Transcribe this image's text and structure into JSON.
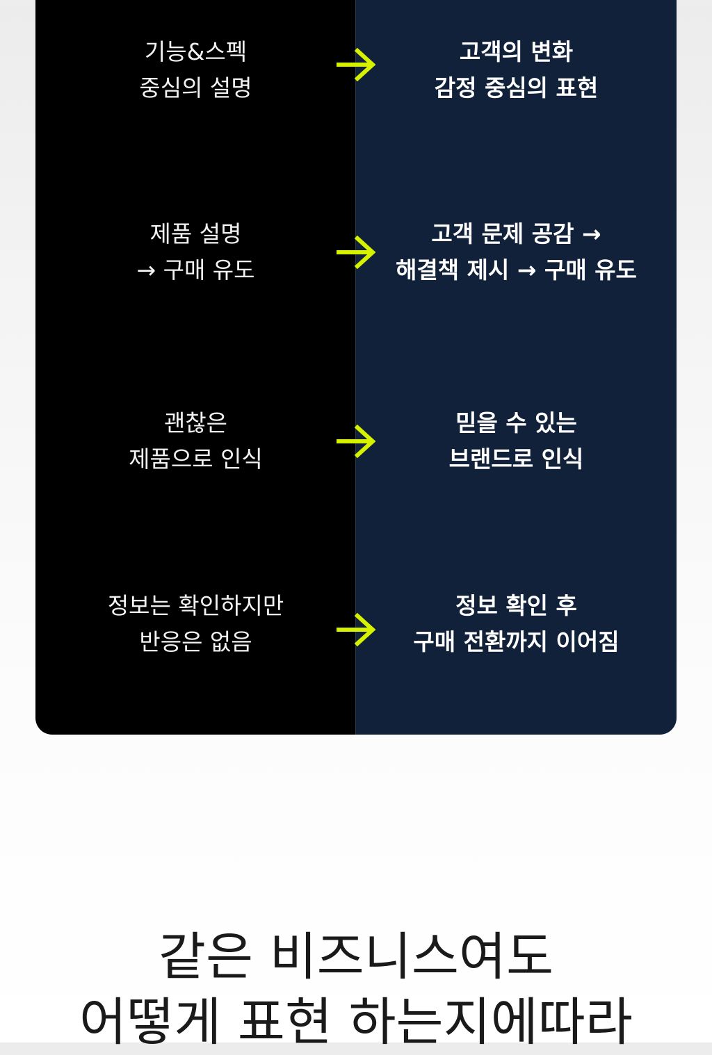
{
  "comparison": {
    "rows": [
      {
        "before": [
          "기능&스펙",
          "중심의 설명"
        ],
        "after": [
          "고객의 변화",
          "감정 중심의 표현"
        ]
      },
      {
        "before": [
          "제품 설명",
          "→ 구매 유도"
        ],
        "after": [
          "고객 문제 공감 →",
          "해결책 제시 → 구매 유도"
        ]
      },
      {
        "before": [
          "괜찮은",
          "제품으로 인식"
        ],
        "after": [
          "믿을 수 있는",
          "브랜드로 인식"
        ]
      },
      {
        "before": [
          "정보는 확인하지만",
          "반응은 없음"
        ],
        "after": [
          "정보 확인 후",
          "구매 전환까지 이어짐"
        ]
      }
    ],
    "arrow_icon": "arrow-right-icon",
    "accent_color": "#d7f200",
    "left_bg": "#000000",
    "right_bg": "#12213a"
  },
  "headline": {
    "line1": "같은 비즈니스여도",
    "line2": "어떻게 표현 하는지에따라"
  }
}
